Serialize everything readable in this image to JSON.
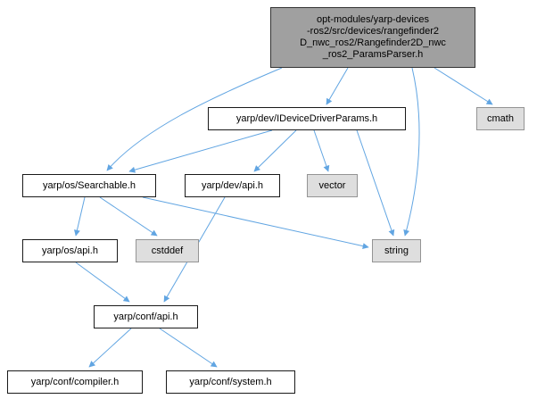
{
  "diagram": {
    "type": "include-dependency-graph",
    "accent_color": "#61a5e2",
    "main_node_fill": "#a0a0a0",
    "system_node_fill": "#dedede",
    "nodes": {
      "main": {
        "label": "opt-modules/yarp-devices\n-ros2/src/devices/rangefinder2\nD_nwc_ros2/Rangefinder2D_nwc\n_ros2_ParamsParser.h",
        "kind": "current-file"
      },
      "idevice": {
        "label": "yarp/dev/IDeviceDriverParams.h",
        "kind": "header"
      },
      "cmath": {
        "label": "cmath",
        "kind": "system-header"
      },
      "searchable": {
        "label": "yarp/os/Searchable.h",
        "kind": "header"
      },
      "devApi": {
        "label": "yarp/dev/api.h",
        "kind": "header"
      },
      "vector": {
        "label": "vector",
        "kind": "system-header"
      },
      "osApi": {
        "label": "yarp/os/api.h",
        "kind": "header"
      },
      "cstddef": {
        "label": "cstddef",
        "kind": "system-header"
      },
      "string": {
        "label": "string",
        "kind": "system-header"
      },
      "confApi": {
        "label": "yarp/conf/api.h",
        "kind": "header"
      },
      "compiler": {
        "label": "yarp/conf/compiler.h",
        "kind": "header"
      },
      "system": {
        "label": "yarp/conf/system.h",
        "kind": "header"
      }
    },
    "edges": [
      {
        "from": "Rangefinder2D_nwc_ros2_ParamsParser.h",
        "to": "yarp/dev/IDeviceDriverParams.h"
      },
      {
        "from": "Rangefinder2D_nwc_ros2_ParamsParser.h",
        "to": "cmath"
      },
      {
        "from": "Rangefinder2D_nwc_ros2_ParamsParser.h",
        "to": "yarp/os/Searchable.h"
      },
      {
        "from": "Rangefinder2D_nwc_ros2_ParamsParser.h",
        "to": "string"
      },
      {
        "from": "yarp/dev/IDeviceDriverParams.h",
        "to": "yarp/os/Searchable.h"
      },
      {
        "from": "yarp/dev/IDeviceDriverParams.h",
        "to": "yarp/dev/api.h"
      },
      {
        "from": "yarp/dev/IDeviceDriverParams.h",
        "to": "vector"
      },
      {
        "from": "yarp/dev/IDeviceDriverParams.h",
        "to": "string"
      },
      {
        "from": "yarp/os/Searchable.h",
        "to": "yarp/os/api.h"
      },
      {
        "from": "yarp/os/Searchable.h",
        "to": "cstddef"
      },
      {
        "from": "yarp/os/Searchable.h",
        "to": "string"
      },
      {
        "from": "yarp/dev/api.h",
        "to": "yarp/conf/api.h"
      },
      {
        "from": "yarp/os/api.h",
        "to": "yarp/conf/api.h"
      },
      {
        "from": "yarp/conf/api.h",
        "to": "yarp/conf/compiler.h"
      },
      {
        "from": "yarp/conf/api.h",
        "to": "yarp/conf/system.h"
      }
    ]
  }
}
